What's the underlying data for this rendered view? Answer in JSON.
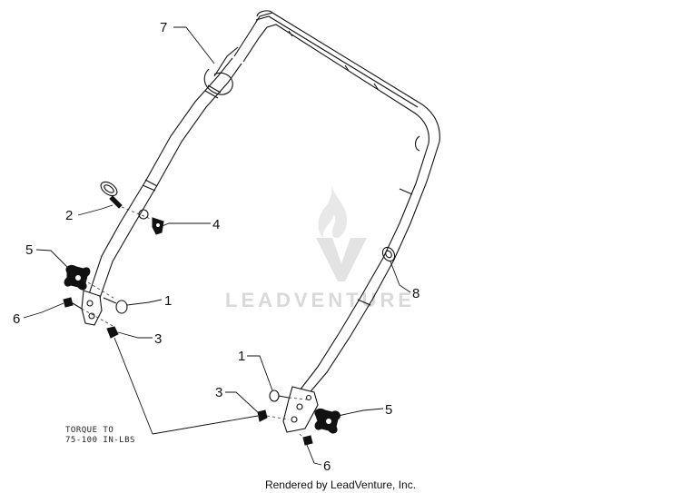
{
  "callouts": [
    {
      "id": "c7",
      "label": "7"
    },
    {
      "id": "c2",
      "label": "2"
    },
    {
      "id": "c4",
      "label": "4"
    },
    {
      "id": "c5a",
      "label": "5"
    },
    {
      "id": "c1a",
      "label": "1"
    },
    {
      "id": "c6a",
      "label": "6"
    },
    {
      "id": "c3a",
      "label": "3"
    },
    {
      "id": "c8",
      "label": "8"
    },
    {
      "id": "c1b",
      "label": "1"
    },
    {
      "id": "c3b",
      "label": "3"
    },
    {
      "id": "c5b",
      "label": "5"
    },
    {
      "id": "c6b",
      "label": "6"
    }
  ],
  "torque_note": {
    "line1": "TORQUE TO",
    "line2": "75-100 IN-LBS"
  },
  "watermark": {
    "text": "LEADVENTURE"
  },
  "footer": {
    "text": "Rendered by LeadVenture, Inc."
  }
}
